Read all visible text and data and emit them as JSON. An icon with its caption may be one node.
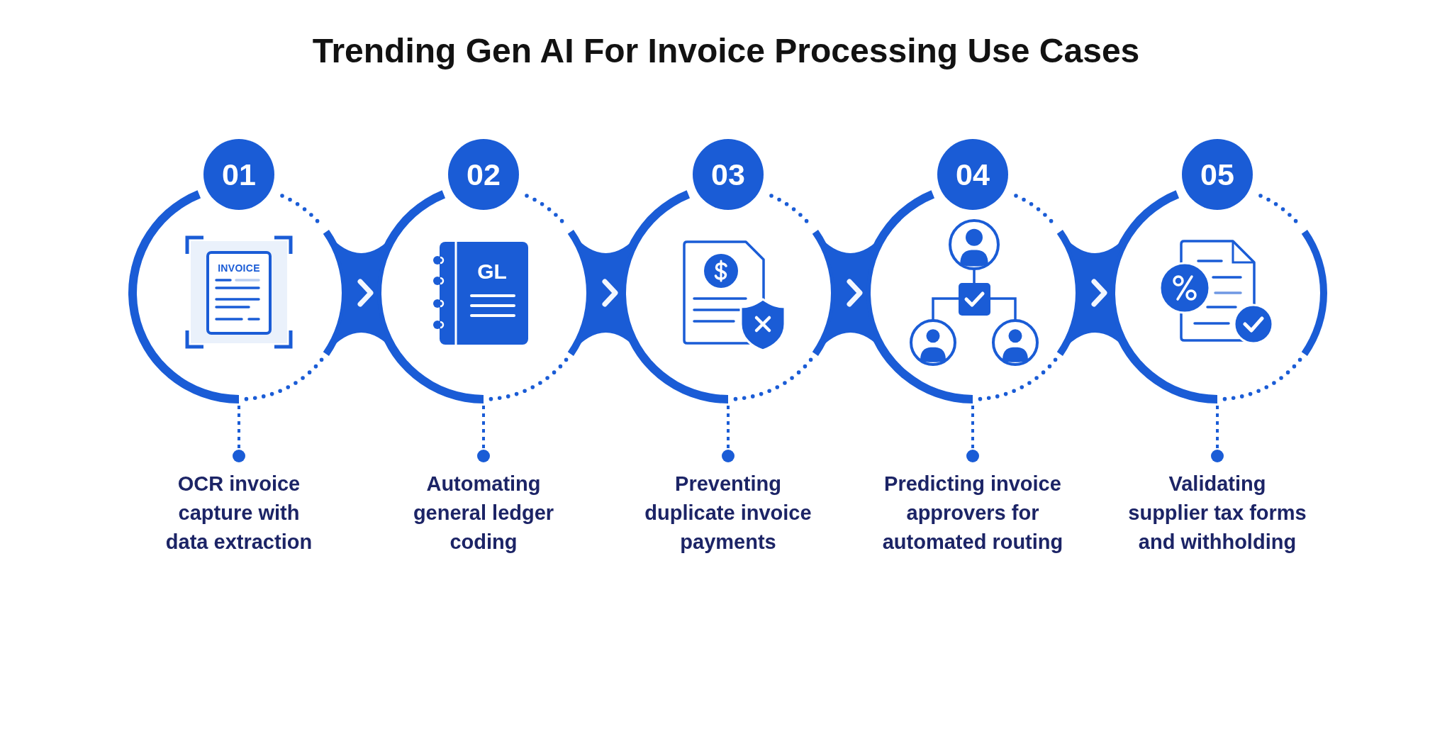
{
  "diagram": {
    "title": "Trending Gen AI For Invoice Processing Use Cases",
    "nodes": [
      {
        "text": [
          "01"
        ]
      },
      {
        "text": [],
        "shape": "circle"
      },
      {
        "text": [
          "OCR invoice capture with data extraction"
        ]
      },
      {
        "text": [
          "02"
        ]
      },
      {
        "text": [],
        "shape": "circle"
      },
      {
        "text": [
          "Automating general ledger coding"
        ]
      },
      {
        "text": [
          "03"
        ]
      },
      {
        "text": [],
        "shape": "circle"
      },
      {
        "text": [
          "Preventing duplicate invoice payments"
        ]
      },
      {
        "text": [
          "04"
        ]
      },
      {
        "text": [],
        "shape": "circle"
      },
      {
        "text": [
          "Predicting invoice approvers for automated routing"
        ]
      },
      {
        "text": [
          "05"
        ]
      },
      {
        "text": [],
        "shape": "circle"
      },
      {
        "text": [
          "Validating supplier tax forms and withholding"
        ]
      }
    ],
    "edges": [
      {
        "from": 1,
        "to": 4,
        "arrow": "to",
        "style": "thick"
      },
      {
        "from": 4,
        "to": 7,
        "arrow": "to",
        "style": "thick"
      },
      {
        "from": 7,
        "to": 10,
        "arrow": "to",
        "style": "thick"
      },
      {
        "from": 10,
        "to": 13,
        "arrow": "to",
        "style": "thick"
      },
      {
        "from": 2,
        "to": 1,
        "arrow": "other",
        "style": "dashed"
      },
      {
        "from": 5,
        "to": 4,
        "arrow": "other",
        "style": "dashed"
      },
      {
        "from": 8,
        "to": 7,
        "arrow": "other",
        "style": "dashed"
      },
      {
        "from": 11,
        "to": 10,
        "arrow": "other",
        "style": "dashed"
      },
      {
        "from": 14,
        "to": 13,
        "arrow": "other",
        "style": "dashed"
      }
    ],
    "labels": [
      "INVOICE",
      "GL"
    ]
  }
}
